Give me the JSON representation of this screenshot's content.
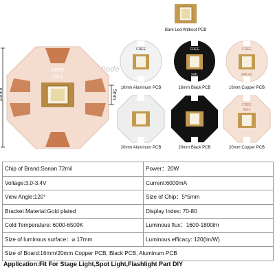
{
  "watermark": "QTdiode",
  "large_board": {
    "brand_text": "CREE",
    "model_text": "XM-L",
    "width_label": "20mm",
    "chip_label": "5mm"
  },
  "products": [
    {
      "caption": "Bare Led Without PCB"
    },
    {
      "caption": "16mm Aluminum PCB",
      "brand_text": "CREE"
    },
    {
      "caption": "16mm Black PCB",
      "brand_text": "CREE",
      "model_text": "XML"
    },
    {
      "caption": "16mm Copper PCB",
      "brand_text": "CREE",
      "model_text": "XML(2)"
    },
    {
      "caption": "20mm Aluminum PCB"
    },
    {
      "caption": "20mm Black PCB"
    },
    {
      "caption": "20mm Copper PCB",
      "brand_text": "CREE",
      "model_text": "XM-L"
    }
  ],
  "specs": [
    [
      "Chip of Brand:Sanan 72mil",
      "Power：20W"
    ],
    [
      "Voltage:3.0-3.4V",
      "Current:6000mA"
    ],
    [
      "View Angle:120°",
      "Size of Chip：5*5mm"
    ],
    [
      "Bracket Material:Gold plated",
      "Display Index:  70-80"
    ],
    [
      "Cold Temperature:  6000-6500K",
      "Luminous flux：1600-1800lm"
    ],
    [
      "Size of luminous surface：⌀ 17mm",
      "Luminous efficacy:     120(lm/W)"
    ]
  ],
  "board_size": "Size of Board:16mm/20mm Copper PCB, Black PCB, Aluminum PCB",
  "application": "Application:Fit For Stage Light,Spot Light,Flashlight Part DIY"
}
